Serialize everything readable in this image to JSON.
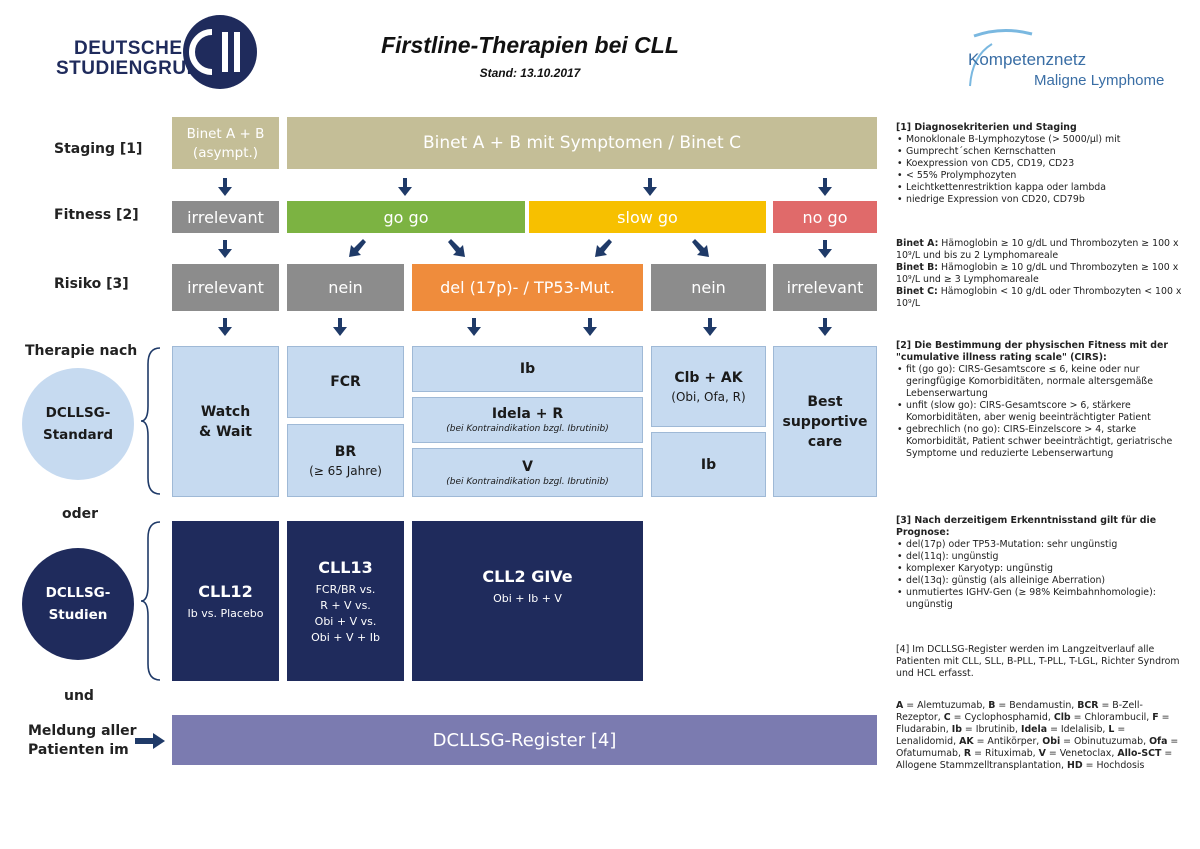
{
  "header": {
    "logo_left_line1": "DEUTSCHE",
    "logo_left_line2": "STUDIENGRUPPE",
    "logo_left_mark": "CLL",
    "title": "Firstline-Therapien bei CLL",
    "stand": "Stand: 13.10.2017",
    "logo_right_line1": "Kompetenznetz",
    "logo_right_line2": "Maligne Lymphome"
  },
  "row_labels": {
    "staging": "Staging [1]",
    "fitness": "Fitness [2]",
    "risiko": "Risiko [3]",
    "therapie": "Therapie nach",
    "oder": "oder",
    "und": "und",
    "meldung_line1": "Meldung aller",
    "meldung_line2": "Patienten im"
  },
  "circles": {
    "standard_line1": "DCLLSG-",
    "standard_line2": "Standard",
    "studien_line1": "DCLLSG-",
    "studien_line2": "Studien"
  },
  "staging": {
    "asympt_line1": "Binet A + B",
    "asympt_line2": "(asympt.)",
    "sympt": "Binet A + B mit Symptomen / Binet C"
  },
  "fitness": {
    "irrelevant": "irrelevant",
    "gogo": "go go",
    "slowgo": "slow go",
    "nogo": "no go"
  },
  "risiko": {
    "irrelevant_left": "irrelevant",
    "nein_left": "nein",
    "del17p": "del (17p)- / TP53-Mut.",
    "nein_right": "nein",
    "irrelevant_right": "irrelevant"
  },
  "standard": {
    "watch_line1": "Watch",
    "watch_line2": "& Wait",
    "fcr": "FCR",
    "br": "BR",
    "br_sub": "(≥ 65 Jahre)",
    "ib": "Ib",
    "idela": "Idela + R",
    "idela_sub": "(bei Kontraindikation bzgl. Ibrutinib)",
    "v": "V",
    "v_sub": "(bei Kontraindikation bzgl. Ibrutinib)",
    "clb": "Clb + AK",
    "clb_sub": "(Obi, Ofa, R)",
    "ib2": "Ib",
    "bsc_line1": "Best",
    "bsc_line2": "supportive",
    "bsc_line3": "care"
  },
  "studien": {
    "cll12": "CLL12",
    "cll12_sub": "Ib vs. Placebo",
    "cll13": "CLL13",
    "cll13_sub1": "FCR/BR vs.",
    "cll13_sub2": "R + V  vs.",
    "cll13_sub3": "Obi  + V  vs.",
    "cll13_sub4": "Obi  + V + Ib",
    "cll2": "CLL2 GIVe",
    "cll2_sub": "Obi + Ib + V"
  },
  "register": "DCLLSG-Register [4]",
  "legend": {
    "s1_title": "[1]  Diagnosekriterien und Staging",
    "s1_items": [
      "Monoklonale B-Lymphozytose (> 5000/µl) mit",
      "Gumprecht´schen Kernschatten",
      "Koexpression von CD5, CD19, CD23",
      "< 55% Prolymphozyten",
      "Leichtkettenrestriktion kappa oder lambda",
      "niedrige Expression von CD20, CD79b"
    ],
    "binet_a_label": "Binet A:",
    "binet_a": " Hämoglobin ≥ 10 g/dL und Thrombozyten ≥ 100 x 10⁹/L und bis zu 2 Lymphomareale",
    "binet_b_label": "Binet B:",
    "binet_b": " Hämoglobin ≥ 10 g/dL und Thrombozyten ≥ 100 x 10⁹/L und ≥ 3 Lymphomareale",
    "binet_c_label": "Binet C:",
    "binet_c": " Hämoglobin < 10 g/dL oder Thrombozyten < 100 x 10⁹/L",
    "s2_title": "[2]  Die Bestimmung der physischen Fitness mit der \"cumulative illness rating scale\" (CIRS):",
    "s2_items": [
      "fit (go go): CIRS-Gesamtscore ≤ 6, keine oder nur geringfügige Komorbiditäten, normale altersgemäße Lebenserwartung",
      "unfit (slow go): CIRS-Gesamtscore > 6, stärkere Komorbiditäten, aber wenig beeinträchtigter Patient",
      "gebrechlich (no go): CIRS-Einzelscore > 4, starke Komorbidität, Patient schwer beeinträchtigt, geriatrische Symptome und reduzierte Lebenserwartung"
    ],
    "s3_title": "[3]  Nach derzeitigem Erkenntnisstand gilt für die Prognose:",
    "s3_items": [
      "del(17p) oder TP53-Mutation: sehr ungünstig",
      "del(11q): ungünstig",
      "komplexer Karyotyp: ungünstig",
      "del(13q): günstig (als alleinige Aberration)",
      "unmutiertes IGHV-Gen (≥ 98% Keimbahnhomologie): ungünstig"
    ],
    "s4_text": "[4]  Im DCLLSG-Register werden im Langzeitverlauf alle Patienten mit CLL, SLL, B-PLL, T-PLL, T-LGL, Richter Syndrom und HCL erfasst.",
    "abbr": [
      {
        "k": "A",
        "v": " = Alemtuzumab, "
      },
      {
        "k": "B",
        "v": " = Bendamustin, "
      },
      {
        "k": "BCR",
        "v": " = B-Zell-Rezeptor, "
      },
      {
        "k": "C",
        "v": " = Cyclophosphamid, "
      },
      {
        "k": "Clb",
        "v": " = Chlorambucil, "
      },
      {
        "k": "F",
        "v": " = Fludarabin, "
      },
      {
        "k": "Ib",
        "v": " = Ibrutinib, "
      },
      {
        "k": "Idela",
        "v": " = Idelalisib, "
      },
      {
        "k": "L",
        "v": " = Lenalidomid, "
      },
      {
        "k": "AK",
        "v": " = Antikörper, "
      },
      {
        "k": "Obi",
        "v": " = Obinutuzumab, "
      },
      {
        "k": "Ofa",
        "v": " = Ofatumumab, "
      },
      {
        "k": "R",
        "v": " = Rituximab, "
      },
      {
        "k": "V",
        "v": " = Venetoclax, "
      },
      {
        "k": "Allo-SCT",
        "v": " = Allogene Stammzelltransplantation, "
      },
      {
        "k": "HD",
        "v": " = Hochdosis"
      }
    ]
  },
  "colors": {
    "tan": "#c4be97",
    "grey": "#8c8c8c",
    "gogo": "#7cb342",
    "slowgo": "#f7c000",
    "nogo": "#e06a6a",
    "del17p": "#ef8c3c",
    "lightblue": "#c6daf0",
    "navy": "#1f2b5c",
    "register": "#7b7bb0",
    "arrow": "#1f3a68"
  },
  "icons": [
    "down-arrow-icon",
    "diagonal-arrow-icon",
    "right-arrow-icon",
    "curly-brace-icon"
  ]
}
